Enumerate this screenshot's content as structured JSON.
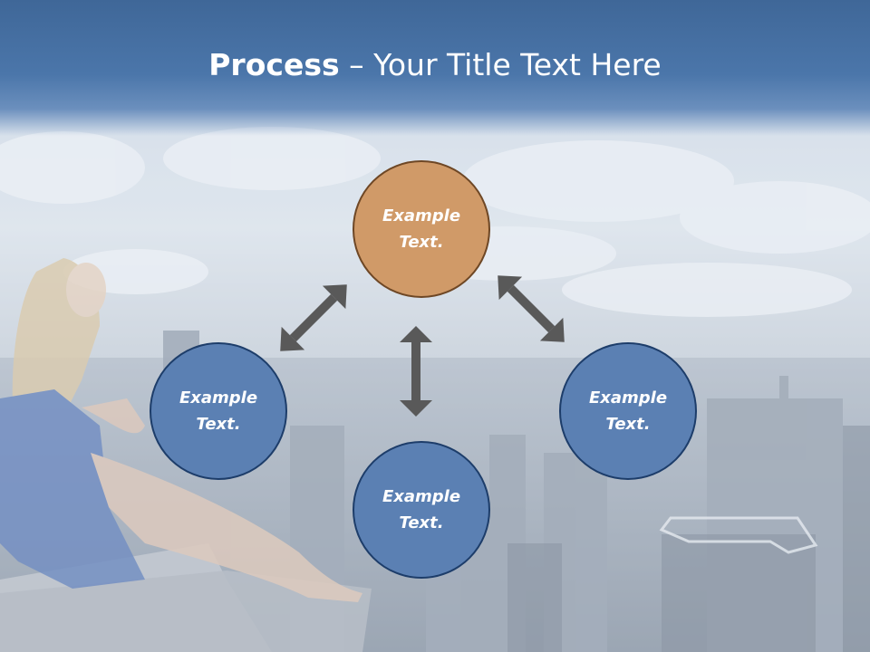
{
  "title": {
    "bold": "Process",
    "rest": " – Your Title Text Here"
  },
  "nodes": {
    "top": {
      "line1": "Example",
      "line2": "Text."
    },
    "left": {
      "line1": "Example",
      "line2": "Text."
    },
    "right": {
      "line1": "Example",
      "line2": "Text."
    },
    "bottom": {
      "line1": "Example",
      "line2": "Text."
    }
  },
  "colors": {
    "accent_orange": "#d09a68",
    "node_blue": "#5b80b3",
    "arrow": "#595959",
    "header": "#4b76aa"
  }
}
